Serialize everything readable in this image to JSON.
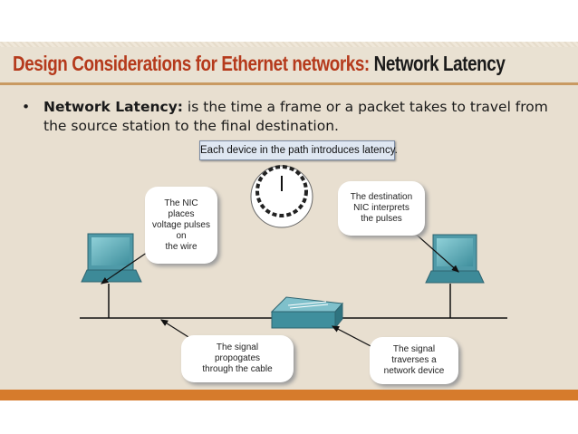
{
  "title": {
    "part1": "Design Considerations for Ethernet networks:",
    "part2": "Network Latency"
  },
  "bullet": {
    "term": "Network Latency:",
    "text": " is the time a frame or a packet takes to travel from the source station to the final destination."
  },
  "diagram": {
    "top_label": "Each device in the path introduces latency.",
    "callouts": {
      "nic": "The NIC\nplaces\nvoltage pulses\non\nthe wire",
      "destination": "The destination\nNIC interprets\nthe pulses",
      "signal_propagates": "The signal\npropogates\nthrough the cable",
      "signal_traverses": "The signal\ntraverses a\nnetwork device"
    },
    "icons": [
      "clock-icon",
      "computer-icon",
      "switch-icon"
    ],
    "colors": {
      "accent_red": "#b53a1c",
      "bottom_bar": "#d67b2c",
      "background": "#e8dfd0",
      "device_teal": "#4f9aa8"
    }
  }
}
